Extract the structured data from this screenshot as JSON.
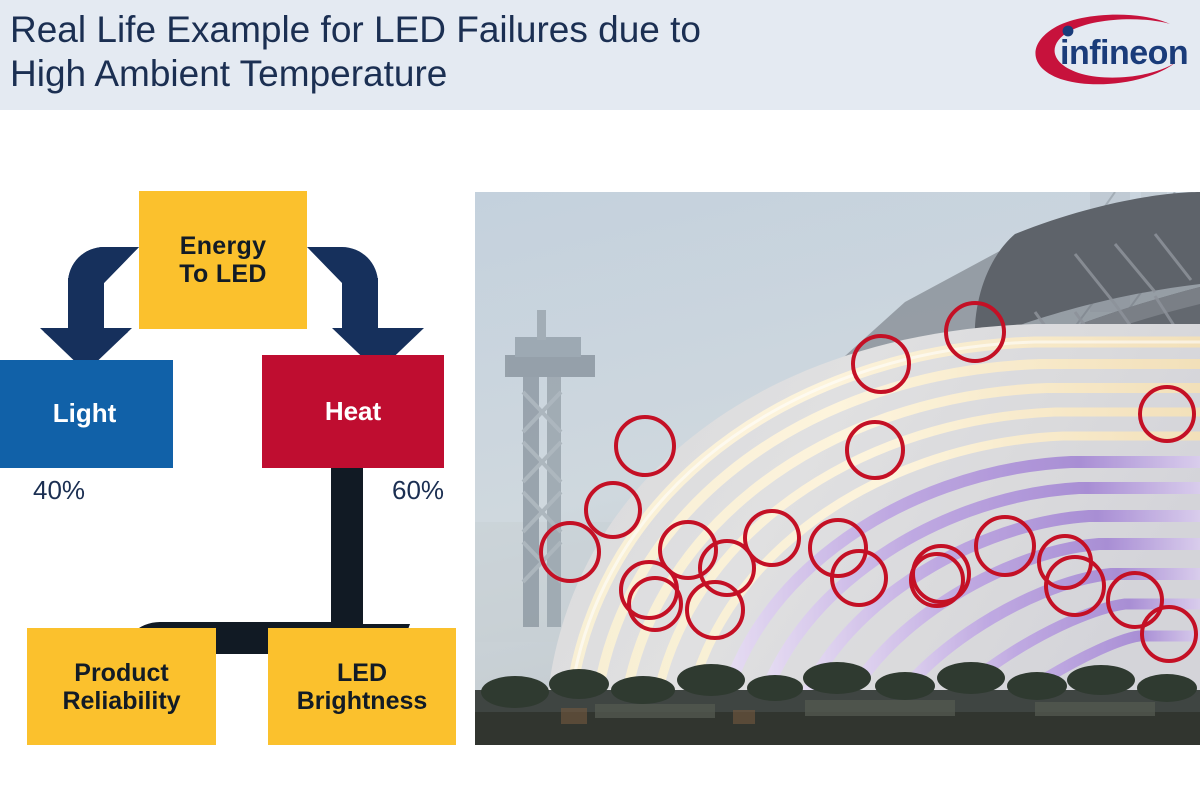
{
  "header": {
    "title": "Real Life Example for LED Failures due to\nHigh Ambient Temperature",
    "logo_text": "infineon",
    "band_color": "#e4eaf2",
    "title_color": "#1b2f52",
    "logo_text_color": "#1a3c7a",
    "logo_swoosh_color": "#c7123c"
  },
  "diagram": {
    "nodes": {
      "energy": {
        "label": "Energy\nTo LED",
        "color": "#fbc12d",
        "text_color": "#121b26"
      },
      "light": {
        "label": "Light",
        "color": "#1161a8",
        "text_color": "#ffffff"
      },
      "heat": {
        "label": "Heat",
        "color": "#bf0d30",
        "text_color": "#ffffff"
      },
      "product_reliability": {
        "label": "Product\nReliability",
        "color": "#fbc12d",
        "text_color": "#121b26"
      },
      "led_brightness": {
        "label": "LED\nBrightness",
        "color": "#fbc12d",
        "text_color": "#121b26"
      }
    },
    "percentages": {
      "light_share": "40%",
      "heat_share": "60%"
    },
    "arrow_colors": {
      "top_arrows": "#16305c",
      "bottom_arrows": "#111a24"
    },
    "flows": [
      {
        "from": "energy",
        "to": "light",
        "label": "40%"
      },
      {
        "from": "energy",
        "to": "heat",
        "label": "60%"
      },
      {
        "from": "heat",
        "to": "product_reliability",
        "label": ""
      },
      {
        "from": "heat",
        "to": "led_brightness",
        "label": ""
      }
    ]
  },
  "photo": {
    "alt": "Illuminated arched dome building facade at dusk with LED light strips; red circles mark failed LED segments",
    "marker_color": "#c41025",
    "marker_count": 22,
    "sky_color": "#c9d4de",
    "dome_color": "#d8d8da",
    "led_glow_color": "#f3e0b0",
    "led_purple_color": "#a88bd0"
  }
}
